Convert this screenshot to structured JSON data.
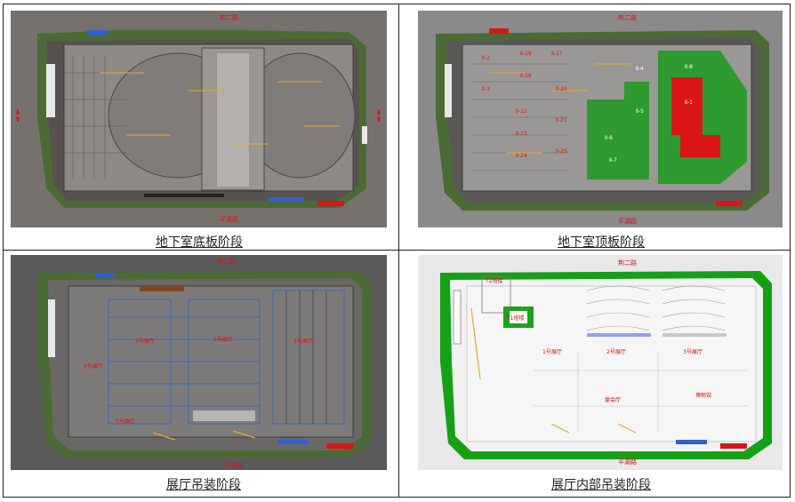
{
  "panels": [
    {
      "caption": "地下室底板阶段",
      "roads": {
        "north": "荆二路",
        "south": "平湖路"
      }
    },
    {
      "caption": "地下室顶板阶段",
      "roads": {
        "north": "荆二路",
        "south": "平湖路"
      },
      "zones": [
        "Ⅱ-2",
        "Ⅱ-3",
        "Ⅱ-19",
        "Ⅱ-18",
        "Ⅱ-17",
        "Ⅱ-20",
        "Ⅱ-21",
        "Ⅱ-22",
        "Ⅱ-23",
        "Ⅱ-24",
        "Ⅱ-25",
        "Ⅱ-4",
        "Ⅱ-5",
        "Ⅱ-6",
        "Ⅱ-7",
        "Ⅱ-8",
        "Ⅱ-1"
      ]
    },
    {
      "caption": "展厅吊装阶段",
      "roads": {
        "north": "荆二路",
        "south": "平湖路"
      },
      "halls": [
        "1号展厅",
        "2号展厅",
        "3号展厅",
        "4号展厅",
        "5号展厅"
      ]
    },
    {
      "caption": "展厅内部吊装阶段",
      "roads": {
        "north": "荆二路",
        "south": "平湖路"
      },
      "buildings": [
        "T2塔楼",
        "T1塔楼"
      ],
      "halls": [
        "1号展厅",
        "2号展厅",
        "3号展厅",
        "宴会厅",
        "博物馆"
      ]
    }
  ],
  "colors": {
    "road_label": "#e01010",
    "ground_dark": "#6f6a66",
    "grass": "#4a7a2a",
    "bright_green": "#1fa01f",
    "slab_green": "#2f9a2f",
    "red_block": "#d91515"
  }
}
